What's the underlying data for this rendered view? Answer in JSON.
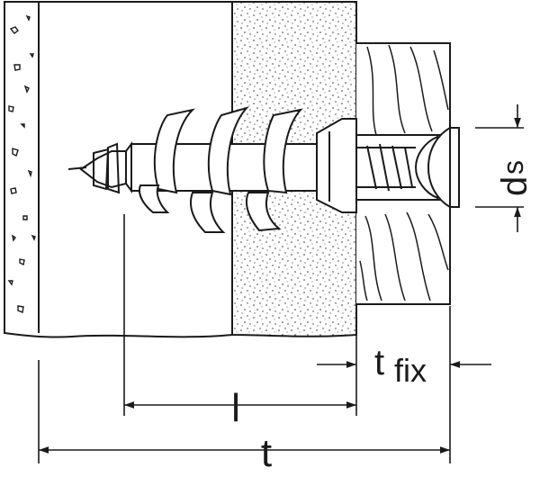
{
  "labels": {
    "l": "l",
    "t": "t",
    "t_fix": {
      "main": "t",
      "sub": "fix"
    },
    "d_s": {
      "main": "d",
      "sub": "s"
    }
  },
  "colors": {
    "line": "#1a1a1a",
    "background": "#ffffff",
    "dot": "#333333"
  }
}
